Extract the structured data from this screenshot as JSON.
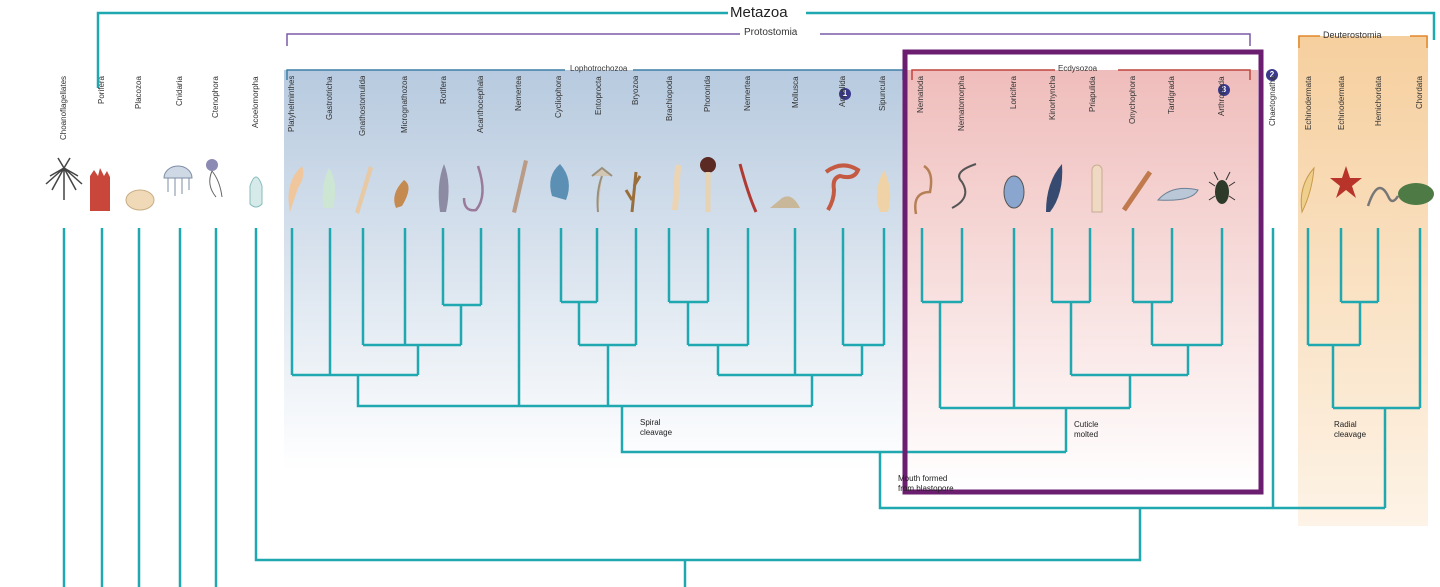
{
  "diagram": {
    "top_clade": "Metazoa",
    "clades": {
      "protostomia": "Protostomia",
      "lophotrochozoa": "Lophotrochozoa",
      "ecdysozoa": "Ecdysozoa",
      "deuterostomia": "Deuterostomia"
    },
    "annotations": {
      "spiral": "Spiral\ncleavage",
      "cuticle": "Cuticle\nmolted",
      "radial": "Radial\ncleavage",
      "mouth": "Mouth formed\nfrom blastopore"
    },
    "badges": [
      "1",
      "2",
      "3"
    ],
    "taxa": [
      "Choanoflagellates",
      "Porifera",
      "Placozoa",
      "Cnidaria",
      "Ctenophora",
      "Acoelomorpha",
      "Platyhelminthes",
      "Gastrotricha",
      "Gnathostomulida",
      "Micrognathozoa",
      "Rotifera",
      "Acanthocephala",
      "Nemertea",
      "Cycliophora",
      "Entoprocta",
      "Bryozoa",
      "Brachiopoda",
      "Phoronida",
      "Nemertea",
      "Mollusca",
      "Annelida",
      "Sipuncula",
      "Nematoda",
      "Nematomorpha",
      "Loricifera",
      "Kinorhyncha",
      "Priapulida",
      "Onychophora",
      "Tardigrada",
      "Arthropoda",
      "Chaetognatha",
      "Echinodermata",
      "Echinodermata",
      "Hemichordata",
      "Chordata"
    ]
  },
  "colors": {
    "tree": "#1fa8b0",
    "protostomia_bracket": "#7a5aa8",
    "lophotrochozoa_bg": "#b9cde0",
    "ecdysozoa_bg": "#f2c2bf",
    "deuterostomia_bg": "#f7d3a8",
    "highlight_box": "#6b1d6f",
    "ecdysozoa_bracket": "#c0453e",
    "deuterostomia_bracket": "#e0882c"
  }
}
